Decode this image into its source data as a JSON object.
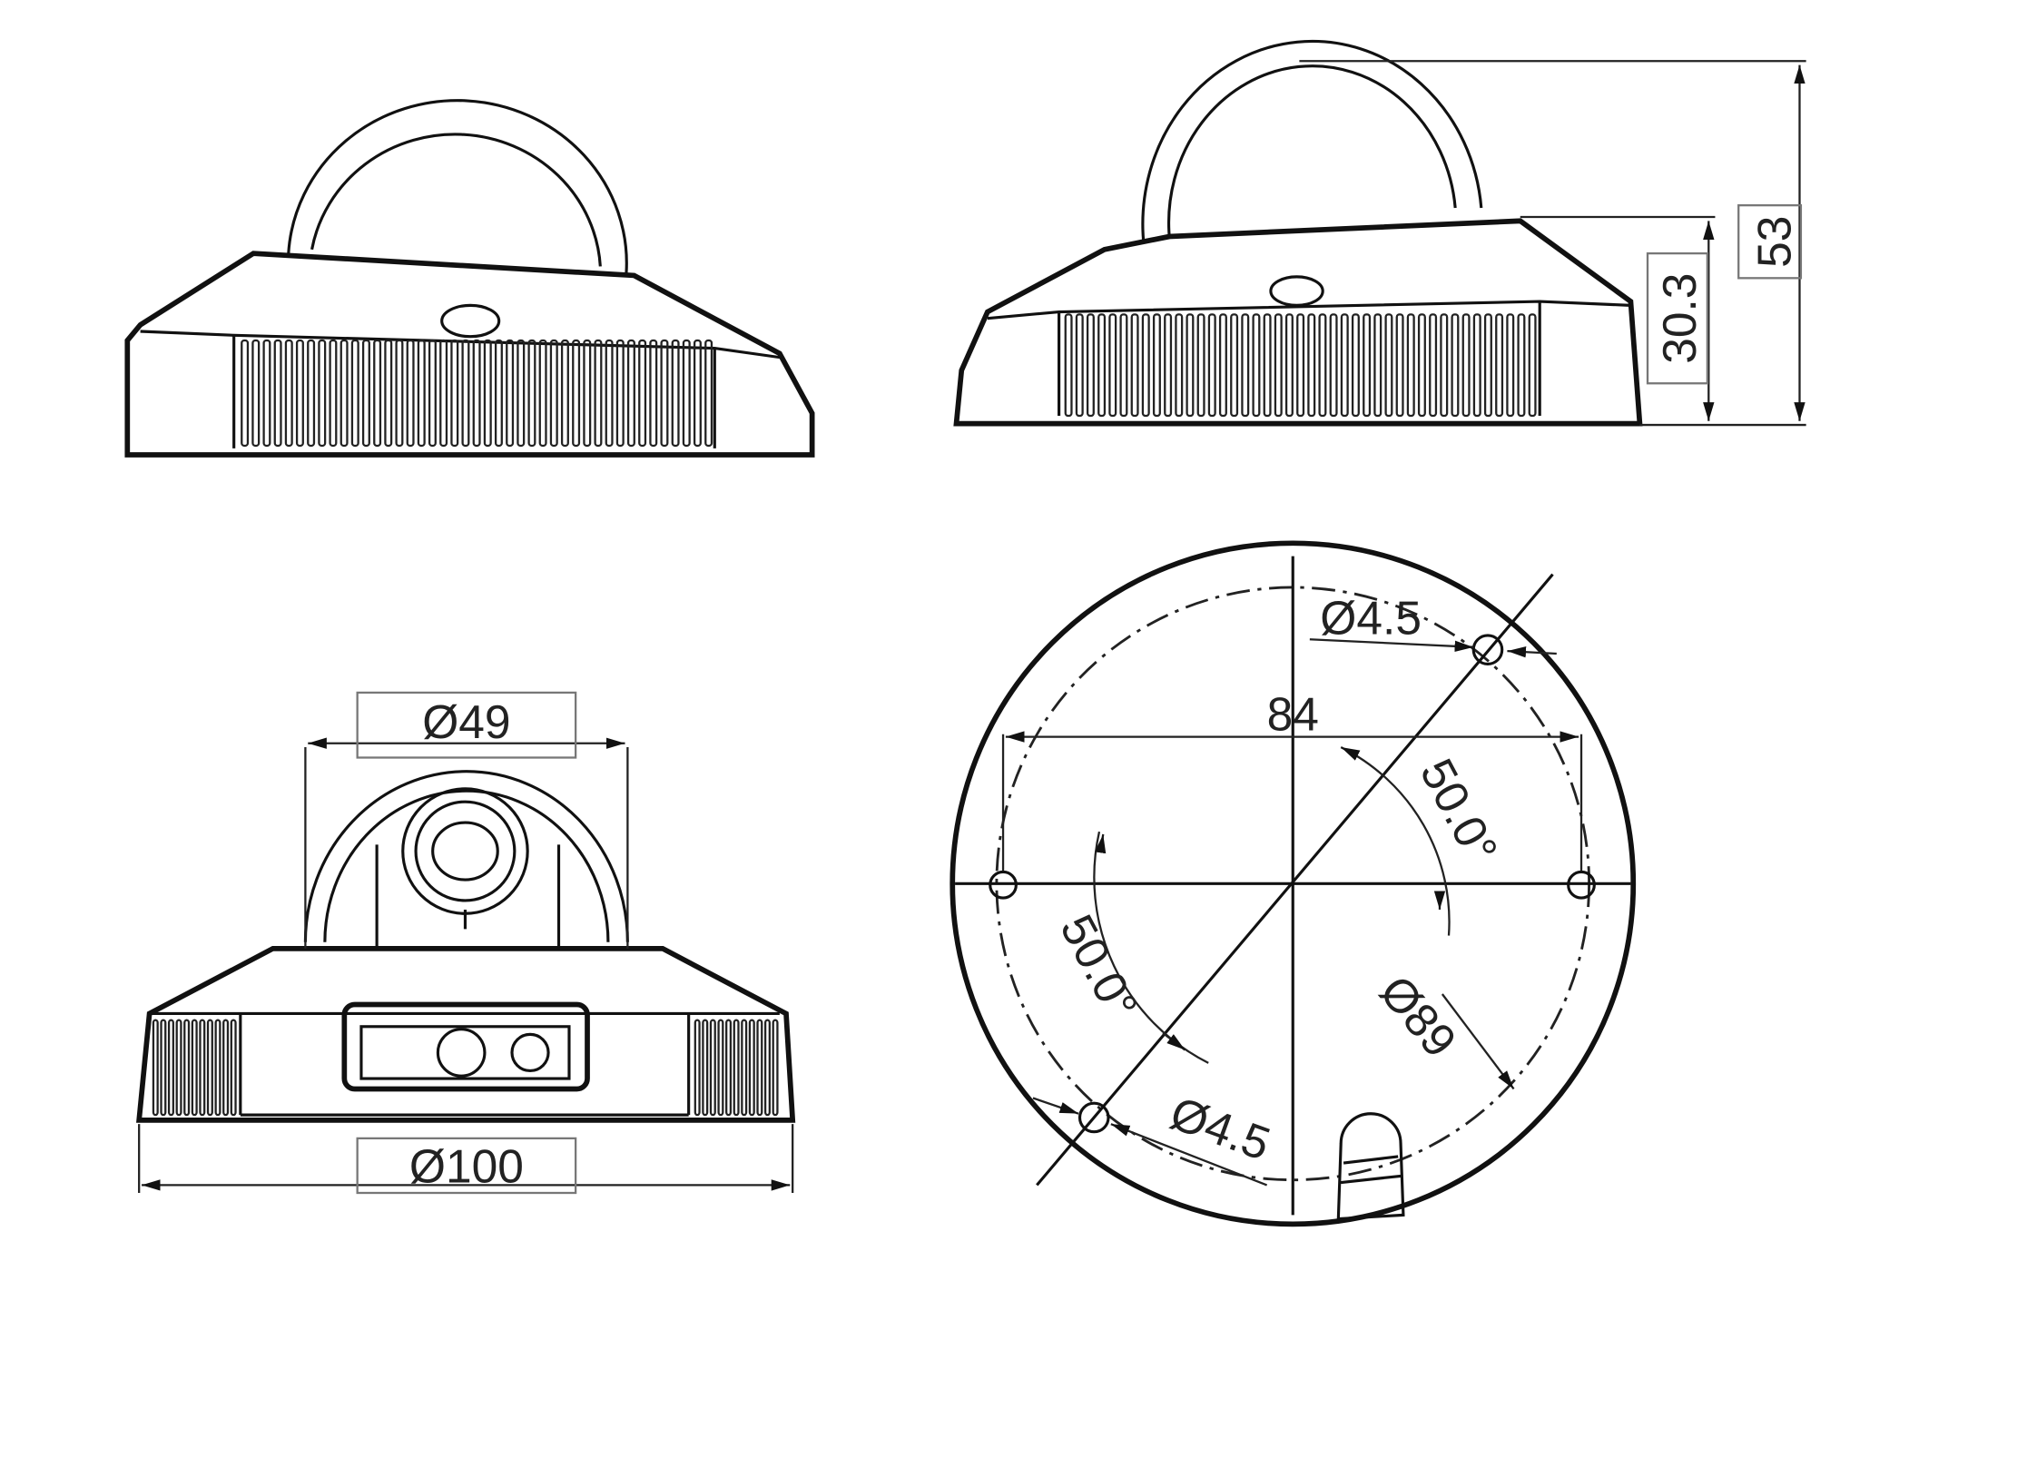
{
  "dimensions": {
    "dome_diameter": "Ø49",
    "base_diameter": "Ø100",
    "total_height": "53",
    "base_height": "30.3",
    "hole_spacing": "84",
    "angle_upper": "50.0°",
    "angle_lower": "50.0°",
    "hole_diameter_upper": "Ø4.5",
    "hole_diameter_lower": "Ø4.5",
    "mount_circle_diameter": "Ø89"
  }
}
